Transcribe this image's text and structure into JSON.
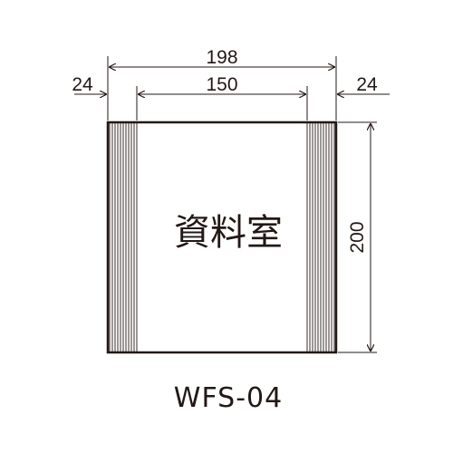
{
  "sign": {
    "label": "資料室",
    "model": "WFS-04"
  },
  "dimensions": {
    "overall_width": "198",
    "inner_width": "150",
    "left_margin": "24",
    "right_margin": "24",
    "height": "200"
  },
  "colors": {
    "line": "#231815"
  }
}
